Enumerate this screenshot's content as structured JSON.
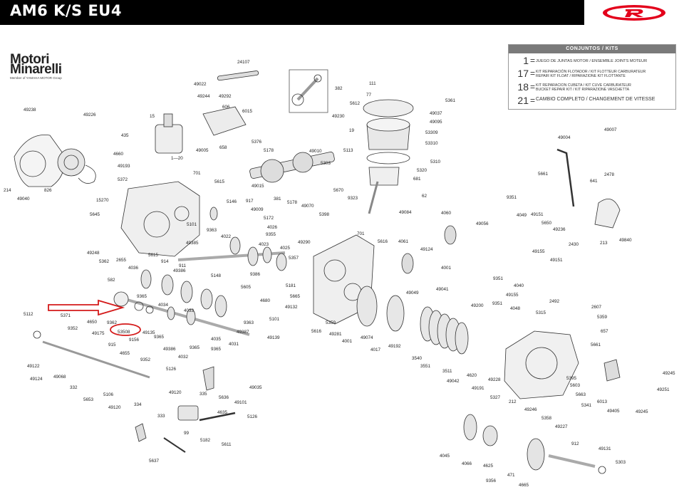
{
  "header": {
    "title": "AM6 K/S EU4",
    "background": "#000000",
    "logo": {
      "name": "rieju-logo-icon",
      "color": "#e3001b"
    }
  },
  "brand": {
    "line1": "Motori",
    "line2": "Minarelli",
    "tagline": "Member of YAMAHA MOTOR Group"
  },
  "kits_box": {
    "title": "CONJUNTOS  / KITS",
    "rows": [
      {
        "num": "1",
        "text_1": "JUEGO DE JUNTAS MOTOR / ENSEMBLE JOINTS MOTEUR",
        "text_2": ""
      },
      {
        "num": "17",
        "text_1": "KIT REPARACIÓN FLOTADOR / KIT FLOTTEUR CARBURATEUR",
        "text_2": "REPAIR KIT FLOAT / RIPARAZIONE KIT FLOTTANTE"
      },
      {
        "num": "18",
        "text_1": "KIT REPARACION CUBETA / KIT CUVE CARBURATEUR",
        "text_2": "BUCKET REPAIR KIT / KIT RIPARAZIONE VASCHETTA"
      },
      {
        "num": "21",
        "text_1": "CAMBIO COMPLETO / CHANGEMENT DE VITESSE",
        "text_2": ""
      }
    ]
  },
  "highlight": {
    "label": "53508",
    "color": "#d41a1a",
    "arrow_color": "#d41a1a"
  },
  "part_labels": [
    {
      "id": "p_24107",
      "text": "24107"
    },
    {
      "id": "p_49022",
      "text": "49022"
    },
    {
      "id": "p_49244",
      "text": "49244"
    },
    {
      "id": "p_49292",
      "text": "49292"
    },
    {
      "id": "p_606",
      "text": "606"
    },
    {
      "id": "p_6015",
      "text": "6015"
    },
    {
      "id": "p_382",
      "text": "382"
    },
    {
      "id": "p_111",
      "text": "111"
    },
    {
      "id": "p_77",
      "text": "77"
    },
    {
      "id": "p_5361",
      "text": "5361"
    },
    {
      "id": "p_5612",
      "text": "5612"
    },
    {
      "id": "p_49037",
      "text": "49037"
    },
    {
      "id": "p_49230",
      "text": "49230"
    },
    {
      "id": "p_49095",
      "text": "49095"
    },
    {
      "id": "p_19",
      "text": "19"
    },
    {
      "id": "p_53309",
      "text": "53309"
    },
    {
      "id": "p_53310",
      "text": "53310"
    },
    {
      "id": "p_5310",
      "text": "5310"
    },
    {
      "id": "p_49238",
      "text": "49238"
    },
    {
      "id": "p_49226",
      "text": "49226"
    },
    {
      "id": "p_15",
      "text": "15"
    },
    {
      "id": "p_435",
      "text": "435"
    },
    {
      "id": "p_4660",
      "text": "4660"
    },
    {
      "id": "p_49193",
      "text": "49193"
    },
    {
      "id": "p_5372",
      "text": "5372"
    },
    {
      "id": "p_1_20",
      "text": "1—20"
    },
    {
      "id": "p_49005",
      "text": "49005"
    },
    {
      "id": "p_658",
      "text": "658"
    },
    {
      "id": "p_5376",
      "text": "5376"
    },
    {
      "id": "p_5178a",
      "text": "5178"
    },
    {
      "id": "p_49010",
      "text": "49010"
    },
    {
      "id": "p_5113",
      "text": "5113"
    },
    {
      "id": "p_5303",
      "text": "5303"
    },
    {
      "id": "p_5320",
      "text": "5320"
    },
    {
      "id": "p_681",
      "text": "681"
    },
    {
      "id": "p_214",
      "text": "214"
    },
    {
      "id": "p_49040",
      "text": "49040"
    },
    {
      "id": "p_826",
      "text": "826"
    },
    {
      "id": "p_701a",
      "text": "701"
    },
    {
      "id": "p_5615a",
      "text": "5615"
    },
    {
      "id": "p_49015",
      "text": "49015"
    },
    {
      "id": "p_381",
      "text": "381"
    },
    {
      "id": "p_5178b",
      "text": "5178"
    },
    {
      "id": "p_49070",
      "text": "49070"
    },
    {
      "id": "p_5398",
      "text": "5398"
    },
    {
      "id": "p_5670",
      "text": "5670"
    },
    {
      "id": "p_9323",
      "text": "9323"
    },
    {
      "id": "p_62",
      "text": "62"
    },
    {
      "id": "p_49084",
      "text": "49084"
    },
    {
      "id": "p_15270",
      "text": "15270"
    },
    {
      "id": "p_5146",
      "text": "5146"
    },
    {
      "id": "p_917",
      "text": "917"
    },
    {
      "id": "p_49009",
      "text": "49009"
    },
    {
      "id": "p_5172",
      "text": "5172"
    },
    {
      "id": "p_5645",
      "text": "5645"
    },
    {
      "id": "p_5101a",
      "text": "5101"
    },
    {
      "id": "p_9363a",
      "text": "9363"
    },
    {
      "id": "p_4022",
      "text": "4022"
    },
    {
      "id": "p_4026",
      "text": "4026"
    },
    {
      "id": "p_9355",
      "text": "9355"
    },
    {
      "id": "p_49248",
      "text": "49248"
    },
    {
      "id": "p_5362",
      "text": "5362"
    },
    {
      "id": "p_2655",
      "text": "2655"
    },
    {
      "id": "p_5615b",
      "text": "5615"
    },
    {
      "id": "p_49385",
      "text": "49385"
    },
    {
      "id": "p_4023",
      "text": "4023"
    },
    {
      "id": "p_4025",
      "text": "4025"
    },
    {
      "id": "p_49290",
      "text": "49290"
    },
    {
      "id": "p_5357",
      "text": "5357"
    },
    {
      "id": "p_701b",
      "text": "701"
    },
    {
      "id": "p_5616a",
      "text": "5616"
    },
    {
      "id": "p_4061",
      "text": "4061"
    },
    {
      "id": "p_49124a",
      "text": "49124"
    },
    {
      "id": "p_4060",
      "text": "4060"
    },
    {
      "id": "p_49056",
      "text": "49056"
    },
    {
      "id": "p_4001a",
      "text": "4001"
    },
    {
      "id": "p_4036",
      "text": "4036"
    },
    {
      "id": "p_914",
      "text": "914"
    },
    {
      "id": "p_49386a",
      "text": "49386"
    },
    {
      "id": "p_911",
      "text": "911"
    },
    {
      "id": "p_5148",
      "text": "5148"
    },
    {
      "id": "p_9386",
      "text": "9386"
    },
    {
      "id": "p_5181",
      "text": "5181"
    },
    {
      "id": "p_5605",
      "text": "5605"
    },
    {
      "id": "p_5665",
      "text": "5665"
    },
    {
      "id": "p_49132",
      "text": "49132"
    },
    {
      "id": "p_4680",
      "text": "4680"
    },
    {
      "id": "p_582",
      "text": "582"
    },
    {
      "id": "p_9365a",
      "text": "9365"
    },
    {
      "id": "p_4034",
      "text": "4034"
    },
    {
      "id": "p_4033",
      "text": "4033"
    },
    {
      "id": "p_5112",
      "text": "5112"
    },
    {
      "id": "p_5371",
      "text": "5371"
    },
    {
      "id": "p_4650",
      "text": "4650"
    },
    {
      "id": "p_9362",
      "text": "9362"
    },
    {
      "id": "p_9352a",
      "text": "9352"
    },
    {
      "id": "p_49175",
      "text": "49175"
    },
    {
      "id": "p_53508",
      "text": "53508"
    },
    {
      "id": "p_49135",
      "text": "49135"
    },
    {
      "id": "p_9365b",
      "text": "9365"
    },
    {
      "id": "p_9156",
      "text": "9156"
    },
    {
      "id": "p_915",
      "text": "915"
    },
    {
      "id": "p_49386b",
      "text": "49386"
    },
    {
      "id": "p_4032",
      "text": "4032"
    },
    {
      "id": "p_9365c",
      "text": "9365"
    },
    {
      "id": "p_9365d",
      "text": "9365"
    },
    {
      "id": "p_4035",
      "text": "4035"
    },
    {
      "id": "p_4031",
      "text": "4031"
    },
    {
      "id": "p_9363b",
      "text": "9363"
    },
    {
      "id": "p_49387",
      "text": "49387"
    },
    {
      "id": "p_5101b",
      "text": "5101"
    },
    {
      "id": "p_49139",
      "text": "49139"
    },
    {
      "id": "p_5616b",
      "text": "5616"
    },
    {
      "id": "p_5359a",
      "text": "5359"
    },
    {
      "id": "p_49281",
      "text": "49281"
    },
    {
      "id": "p_4001b",
      "text": "4001"
    },
    {
      "id": "p_49074",
      "text": "49074"
    },
    {
      "id": "p_4017",
      "text": "4017"
    },
    {
      "id": "p_49192",
      "text": "49192"
    },
    {
      "id": "p_49049",
      "text": "49049"
    },
    {
      "id": "p_49041",
      "text": "49041"
    },
    {
      "id": "p_49122",
      "text": "49122"
    },
    {
      "id": "p_49124b",
      "text": "49124"
    },
    {
      "id": "p_49068",
      "text": "49068"
    },
    {
      "id": "p_332",
      "text": "332"
    },
    {
      "id": "p_4655",
      "text": "4655"
    },
    {
      "id": "p_9352b",
      "text": "9352"
    },
    {
      "id": "p_5653",
      "text": "5653"
    },
    {
      "id": "p_5106",
      "text": "5106"
    },
    {
      "id": "p_49120a",
      "text": "49120"
    },
    {
      "id": "p_5126a",
      "text": "5126"
    },
    {
      "id": "p_49120b",
      "text": "49120"
    },
    {
      "id": "p_335",
      "text": "335"
    },
    {
      "id": "p_5636",
      "text": "5636"
    },
    {
      "id": "p_49101",
      "text": "49101"
    },
    {
      "id": "p_49035",
      "text": "49035"
    },
    {
      "id": "p_334",
      "text": "334"
    },
    {
      "id": "p_333",
      "text": "333"
    },
    {
      "id": "p_4635",
      "text": "4635"
    },
    {
      "id": "p_5126b",
      "text": "5126"
    },
    {
      "id": "p_99",
      "text": "99"
    },
    {
      "id": "p_5182",
      "text": "5182"
    },
    {
      "id": "p_5611",
      "text": "5611"
    },
    {
      "id": "p_5637",
      "text": "5637"
    },
    {
      "id": "p_49004",
      "text": "49004"
    },
    {
      "id": "p_49007",
      "text": "49007"
    },
    {
      "id": "p_5661a",
      "text": "5661"
    },
    {
      "id": "p_2478",
      "text": "2478"
    },
    {
      "id": "p_641",
      "text": "641"
    },
    {
      "id": "p_9351a",
      "text": "9351"
    },
    {
      "id": "p_4049",
      "text": "4049"
    },
    {
      "id": "p_49151a",
      "text": "49151"
    },
    {
      "id": "p_5650",
      "text": "5650"
    },
    {
      "id": "p_49236",
      "text": "49236"
    },
    {
      "id": "p_2430",
      "text": "2430"
    },
    {
      "id": "p_213",
      "text": "213"
    },
    {
      "id": "p_49840",
      "text": "49840"
    },
    {
      "id": "p_49155a",
      "text": "49155"
    },
    {
      "id": "p_49151b",
      "text": "49151"
    },
    {
      "id": "p_9351b",
      "text": "9351"
    },
    {
      "id": "p_4040",
      "text": "4040"
    },
    {
      "id": "p_49155b",
      "text": "49155"
    },
    {
      "id": "p_2492",
      "text": "2492"
    },
    {
      "id": "p_49200",
      "text": "49200"
    },
    {
      "id": "p_9351c",
      "text": "9351"
    },
    {
      "id": "p_4048",
      "text": "4048"
    },
    {
      "id": "p_5315",
      "text": "5315"
    },
    {
      "id": "p_2607",
      "text": "2607"
    },
    {
      "id": "p_5359b",
      "text": "5359"
    },
    {
      "id": "p_657",
      "text": "657"
    },
    {
      "id": "p_5661b",
      "text": "5661"
    },
    {
      "id": "p_3540",
      "text": "3540"
    },
    {
      "id": "p_3551",
      "text": "3551"
    },
    {
      "id": "p_3511",
      "text": "3511"
    },
    {
      "id": "p_4620",
      "text": "4620"
    },
    {
      "id": "p_49042",
      "text": "49042"
    },
    {
      "id": "p_49228",
      "text": "49228"
    },
    {
      "id": "p_49191",
      "text": "49191"
    },
    {
      "id": "p_5327",
      "text": "5327"
    },
    {
      "id": "p_212",
      "text": "212"
    },
    {
      "id": "p_5395",
      "text": "5395"
    },
    {
      "id": "p_5603",
      "text": "5603"
    },
    {
      "id": "p_5663",
      "text": "5663"
    },
    {
      "id": "p_6013",
      "text": "6013"
    },
    {
      "id": "p_49245a",
      "text": "49245"
    },
    {
      "id": "p_49251",
      "text": "49251"
    },
    {
      "id": "p_5341",
      "text": "5341"
    },
    {
      "id": "p_49405",
      "text": "49405"
    },
    {
      "id": "p_49245b",
      "text": "49245"
    },
    {
      "id": "p_49246",
      "text": "49246"
    },
    {
      "id": "p_5358",
      "text": "5358"
    },
    {
      "id": "p_49227",
      "text": "49227"
    },
    {
      "id": "p_4045",
      "text": "4045"
    },
    {
      "id": "p_4066",
      "text": "4066"
    },
    {
      "id": "p_4625",
      "text": "4625"
    },
    {
      "id": "p_912",
      "text": "912"
    },
    {
      "id": "p_49131",
      "text": "49131"
    },
    {
      "id": "p_5303b",
      "text": "5303"
    },
    {
      "id": "p_9356",
      "text": "9356"
    },
    {
      "id": "p_471",
      "text": "471"
    },
    {
      "id": "p_4665",
      "text": "4665"
    }
  ]
}
